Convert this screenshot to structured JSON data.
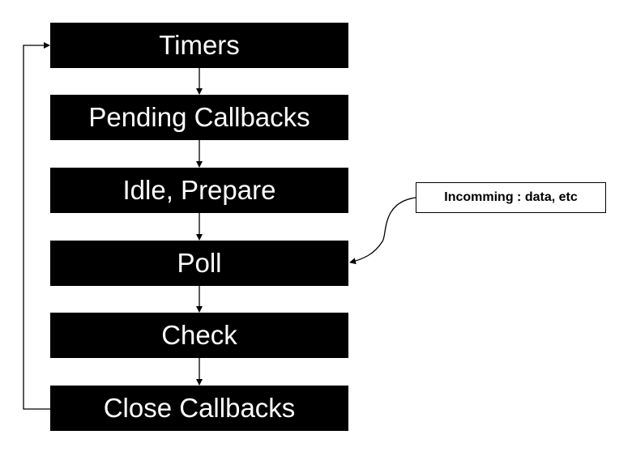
{
  "phases": [
    {
      "label": "Timers"
    },
    {
      "label": "Pending Callbacks"
    },
    {
      "label": "Idle, Prepare"
    },
    {
      "label": "Poll"
    },
    {
      "label": "Check"
    },
    {
      "label": "Close Callbacks"
    }
  ],
  "incoming": {
    "label": "Incomming : data, etc"
  },
  "colors": {
    "box": "#000000",
    "text": "#ffffff",
    "line": "#000000"
  }
}
